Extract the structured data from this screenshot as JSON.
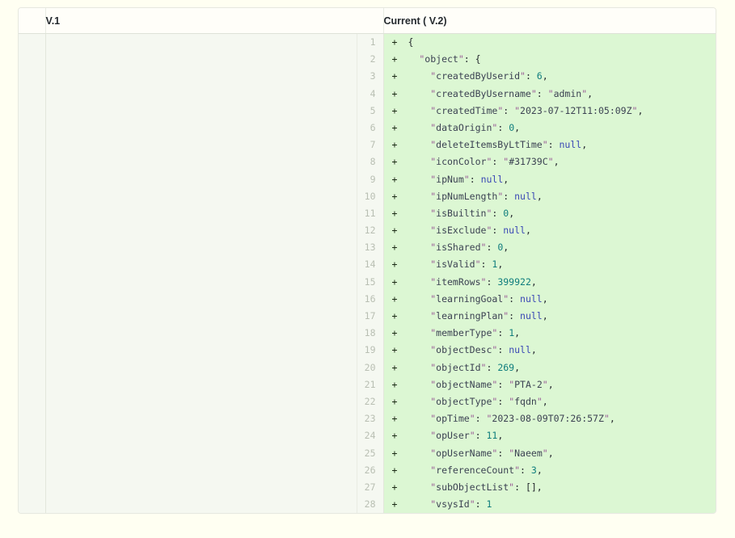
{
  "headers": {
    "left": "V.1",
    "right": "Current ( V.2)"
  },
  "colors": {
    "added_bg": "#dcf7d3",
    "gutter_bg": "#f5f8f1",
    "header_bg": "#fffef9",
    "page_bg": "#fffff2",
    "border": "#e6e8e0",
    "line_number": "#b9bfb3",
    "key": "#3b4252",
    "quote": "#9a5b96",
    "number": "#0f7d7d",
    "null": "#3a49b5"
  },
  "left_pane": {
    "lines": []
  },
  "right_pane": {
    "marker": "+",
    "lines": [
      {
        "n": 1,
        "indent": 0,
        "tokens": [
          {
            "t": "p",
            "v": "{"
          }
        ]
      },
      {
        "n": 2,
        "indent": 1,
        "tokens": [
          {
            "t": "q",
            "v": "\""
          },
          {
            "t": "k",
            "v": "object"
          },
          {
            "t": "q",
            "v": "\""
          },
          {
            "t": "p",
            "v": ": {"
          }
        ]
      },
      {
        "n": 3,
        "indent": 2,
        "tokens": [
          {
            "t": "q",
            "v": "\""
          },
          {
            "t": "k",
            "v": "createdByUserid"
          },
          {
            "t": "q",
            "v": "\""
          },
          {
            "t": "p",
            "v": ": "
          },
          {
            "t": "num",
            "v": "6"
          },
          {
            "t": "p",
            "v": ","
          }
        ]
      },
      {
        "n": 4,
        "indent": 2,
        "tokens": [
          {
            "t": "q",
            "v": "\""
          },
          {
            "t": "k",
            "v": "createdByUsername"
          },
          {
            "t": "q",
            "v": "\""
          },
          {
            "t": "p",
            "v": ": "
          },
          {
            "t": "q",
            "v": "\""
          },
          {
            "t": "s",
            "v": "admin"
          },
          {
            "t": "q",
            "v": "\""
          },
          {
            "t": "p",
            "v": ","
          }
        ]
      },
      {
        "n": 5,
        "indent": 2,
        "tokens": [
          {
            "t": "q",
            "v": "\""
          },
          {
            "t": "k",
            "v": "createdTime"
          },
          {
            "t": "q",
            "v": "\""
          },
          {
            "t": "p",
            "v": ": "
          },
          {
            "t": "q",
            "v": "\""
          },
          {
            "t": "s",
            "v": "2023-07-12T11:05:09Z"
          },
          {
            "t": "q",
            "v": "\""
          },
          {
            "t": "p",
            "v": ","
          }
        ]
      },
      {
        "n": 6,
        "indent": 2,
        "tokens": [
          {
            "t": "q",
            "v": "\""
          },
          {
            "t": "k",
            "v": "dataOrigin"
          },
          {
            "t": "q",
            "v": "\""
          },
          {
            "t": "p",
            "v": ": "
          },
          {
            "t": "num",
            "v": "0"
          },
          {
            "t": "p",
            "v": ","
          }
        ]
      },
      {
        "n": 7,
        "indent": 2,
        "tokens": [
          {
            "t": "q",
            "v": "\""
          },
          {
            "t": "k",
            "v": "deleteItemsByLtTime"
          },
          {
            "t": "q",
            "v": "\""
          },
          {
            "t": "p",
            "v": ": "
          },
          {
            "t": "nul",
            "v": "null"
          },
          {
            "t": "p",
            "v": ","
          }
        ]
      },
      {
        "n": 8,
        "indent": 2,
        "tokens": [
          {
            "t": "q",
            "v": "\""
          },
          {
            "t": "k",
            "v": "iconColor"
          },
          {
            "t": "q",
            "v": "\""
          },
          {
            "t": "p",
            "v": ": "
          },
          {
            "t": "q",
            "v": "\""
          },
          {
            "t": "s",
            "v": "#31739C"
          },
          {
            "t": "q",
            "v": "\""
          },
          {
            "t": "p",
            "v": ","
          }
        ]
      },
      {
        "n": 9,
        "indent": 2,
        "tokens": [
          {
            "t": "q",
            "v": "\""
          },
          {
            "t": "k",
            "v": "ipNum"
          },
          {
            "t": "q",
            "v": "\""
          },
          {
            "t": "p",
            "v": ": "
          },
          {
            "t": "nul",
            "v": "null"
          },
          {
            "t": "p",
            "v": ","
          }
        ]
      },
      {
        "n": 10,
        "indent": 2,
        "tokens": [
          {
            "t": "q",
            "v": "\""
          },
          {
            "t": "k",
            "v": "ipNumLength"
          },
          {
            "t": "q",
            "v": "\""
          },
          {
            "t": "p",
            "v": ": "
          },
          {
            "t": "nul",
            "v": "null"
          },
          {
            "t": "p",
            "v": ","
          }
        ]
      },
      {
        "n": 11,
        "indent": 2,
        "tokens": [
          {
            "t": "q",
            "v": "\""
          },
          {
            "t": "k",
            "v": "isBuiltin"
          },
          {
            "t": "q",
            "v": "\""
          },
          {
            "t": "p",
            "v": ": "
          },
          {
            "t": "num",
            "v": "0"
          },
          {
            "t": "p",
            "v": ","
          }
        ]
      },
      {
        "n": 12,
        "indent": 2,
        "tokens": [
          {
            "t": "q",
            "v": "\""
          },
          {
            "t": "k",
            "v": "isExclude"
          },
          {
            "t": "q",
            "v": "\""
          },
          {
            "t": "p",
            "v": ": "
          },
          {
            "t": "nul",
            "v": "null"
          },
          {
            "t": "p",
            "v": ","
          }
        ]
      },
      {
        "n": 13,
        "indent": 2,
        "tokens": [
          {
            "t": "q",
            "v": "\""
          },
          {
            "t": "k",
            "v": "isShared"
          },
          {
            "t": "q",
            "v": "\""
          },
          {
            "t": "p",
            "v": ": "
          },
          {
            "t": "num",
            "v": "0"
          },
          {
            "t": "p",
            "v": ","
          }
        ]
      },
      {
        "n": 14,
        "indent": 2,
        "tokens": [
          {
            "t": "q",
            "v": "\""
          },
          {
            "t": "k",
            "v": "isValid"
          },
          {
            "t": "q",
            "v": "\""
          },
          {
            "t": "p",
            "v": ": "
          },
          {
            "t": "num",
            "v": "1"
          },
          {
            "t": "p",
            "v": ","
          }
        ]
      },
      {
        "n": 15,
        "indent": 2,
        "tokens": [
          {
            "t": "q",
            "v": "\""
          },
          {
            "t": "k",
            "v": "itemRows"
          },
          {
            "t": "q",
            "v": "\""
          },
          {
            "t": "p",
            "v": ": "
          },
          {
            "t": "num",
            "v": "399922"
          },
          {
            "t": "p",
            "v": ","
          }
        ]
      },
      {
        "n": 16,
        "indent": 2,
        "tokens": [
          {
            "t": "q",
            "v": "\""
          },
          {
            "t": "k",
            "v": "learningGoal"
          },
          {
            "t": "q",
            "v": "\""
          },
          {
            "t": "p",
            "v": ": "
          },
          {
            "t": "nul",
            "v": "null"
          },
          {
            "t": "p",
            "v": ","
          }
        ]
      },
      {
        "n": 17,
        "indent": 2,
        "tokens": [
          {
            "t": "q",
            "v": "\""
          },
          {
            "t": "k",
            "v": "learningPlan"
          },
          {
            "t": "q",
            "v": "\""
          },
          {
            "t": "p",
            "v": ": "
          },
          {
            "t": "nul",
            "v": "null"
          },
          {
            "t": "p",
            "v": ","
          }
        ]
      },
      {
        "n": 18,
        "indent": 2,
        "tokens": [
          {
            "t": "q",
            "v": "\""
          },
          {
            "t": "k",
            "v": "memberType"
          },
          {
            "t": "q",
            "v": "\""
          },
          {
            "t": "p",
            "v": ": "
          },
          {
            "t": "num",
            "v": "1"
          },
          {
            "t": "p",
            "v": ","
          }
        ]
      },
      {
        "n": 19,
        "indent": 2,
        "tokens": [
          {
            "t": "q",
            "v": "\""
          },
          {
            "t": "k",
            "v": "objectDesc"
          },
          {
            "t": "q",
            "v": "\""
          },
          {
            "t": "p",
            "v": ": "
          },
          {
            "t": "nul",
            "v": "null"
          },
          {
            "t": "p",
            "v": ","
          }
        ]
      },
      {
        "n": 20,
        "indent": 2,
        "tokens": [
          {
            "t": "q",
            "v": "\""
          },
          {
            "t": "k",
            "v": "objectId"
          },
          {
            "t": "q",
            "v": "\""
          },
          {
            "t": "p",
            "v": ": "
          },
          {
            "t": "num",
            "v": "269"
          },
          {
            "t": "p",
            "v": ","
          }
        ]
      },
      {
        "n": 21,
        "indent": 2,
        "tokens": [
          {
            "t": "q",
            "v": "\""
          },
          {
            "t": "k",
            "v": "objectName"
          },
          {
            "t": "q",
            "v": "\""
          },
          {
            "t": "p",
            "v": ": "
          },
          {
            "t": "q",
            "v": "\""
          },
          {
            "t": "s",
            "v": "PTA-2"
          },
          {
            "t": "q",
            "v": "\""
          },
          {
            "t": "p",
            "v": ","
          }
        ]
      },
      {
        "n": 22,
        "indent": 2,
        "tokens": [
          {
            "t": "q",
            "v": "\""
          },
          {
            "t": "k",
            "v": "objectType"
          },
          {
            "t": "q",
            "v": "\""
          },
          {
            "t": "p",
            "v": ": "
          },
          {
            "t": "q",
            "v": "\""
          },
          {
            "t": "s",
            "v": "fqdn"
          },
          {
            "t": "q",
            "v": "\""
          },
          {
            "t": "p",
            "v": ","
          }
        ]
      },
      {
        "n": 23,
        "indent": 2,
        "tokens": [
          {
            "t": "q",
            "v": "\""
          },
          {
            "t": "k",
            "v": "opTime"
          },
          {
            "t": "q",
            "v": "\""
          },
          {
            "t": "p",
            "v": ": "
          },
          {
            "t": "q",
            "v": "\""
          },
          {
            "t": "s",
            "v": "2023-08-09T07:26:57Z"
          },
          {
            "t": "q",
            "v": "\""
          },
          {
            "t": "p",
            "v": ","
          }
        ]
      },
      {
        "n": 24,
        "indent": 2,
        "tokens": [
          {
            "t": "q",
            "v": "\""
          },
          {
            "t": "k",
            "v": "opUser"
          },
          {
            "t": "q",
            "v": "\""
          },
          {
            "t": "p",
            "v": ": "
          },
          {
            "t": "num",
            "v": "11"
          },
          {
            "t": "p",
            "v": ","
          }
        ]
      },
      {
        "n": 25,
        "indent": 2,
        "tokens": [
          {
            "t": "q",
            "v": "\""
          },
          {
            "t": "k",
            "v": "opUserName"
          },
          {
            "t": "q",
            "v": "\""
          },
          {
            "t": "p",
            "v": ": "
          },
          {
            "t": "q",
            "v": "\""
          },
          {
            "t": "s",
            "v": "Naeem"
          },
          {
            "t": "q",
            "v": "\""
          },
          {
            "t": "p",
            "v": ","
          }
        ]
      },
      {
        "n": 26,
        "indent": 2,
        "tokens": [
          {
            "t": "q",
            "v": "\""
          },
          {
            "t": "k",
            "v": "referenceCount"
          },
          {
            "t": "q",
            "v": "\""
          },
          {
            "t": "p",
            "v": ": "
          },
          {
            "t": "num",
            "v": "3"
          },
          {
            "t": "p",
            "v": ","
          }
        ]
      },
      {
        "n": 27,
        "indent": 2,
        "tokens": [
          {
            "t": "q",
            "v": "\""
          },
          {
            "t": "k",
            "v": "subObjectList"
          },
          {
            "t": "q",
            "v": "\""
          },
          {
            "t": "p",
            "v": ": []"
          },
          {
            "t": "p",
            "v": ","
          }
        ]
      },
      {
        "n": 28,
        "indent": 2,
        "tokens": [
          {
            "t": "q",
            "v": "\""
          },
          {
            "t": "k",
            "v": "vsysId"
          },
          {
            "t": "q",
            "v": "\""
          },
          {
            "t": "p",
            "v": ": "
          },
          {
            "t": "num",
            "v": "1"
          }
        ]
      }
    ]
  }
}
